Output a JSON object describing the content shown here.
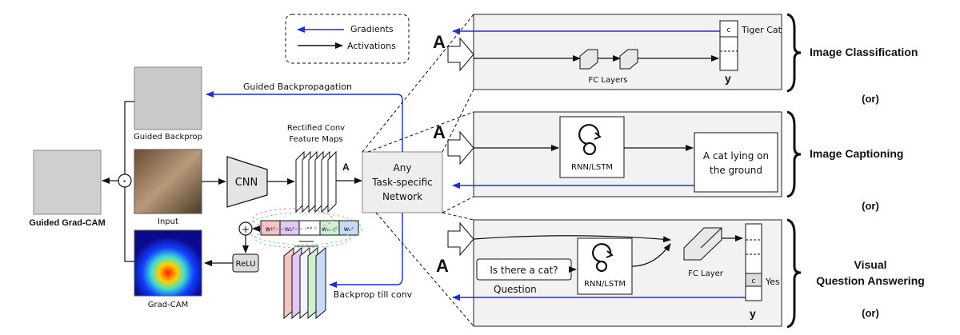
{
  "legend": {
    "gradients": "Gradients",
    "activations": "Activations"
  },
  "images": {
    "guided_backprop": "Guided Backprop",
    "input": "Input",
    "guided_gradcam": "Guided Grad-CAM",
    "gradcam": "Grad-CAM"
  },
  "labels": {
    "guided_backpropagation": "Guided Backpropagation",
    "rectified_conv_line1": "Rectified Conv",
    "rectified_conv_line2": "Feature Maps",
    "cnn": "CNN",
    "feature_a": "A",
    "relu": "ReLU",
    "backprop_till_conv": "Backprop till conv",
    "network_line1": "Any",
    "network_line2": "Task-specific",
    "network_line3": "Network",
    "plus": "+",
    "dot": "·"
  },
  "weights": [
    "w₁ᶜ",
    "w₂ᶜ",
    "",
    "wₙ₋₁ᶜ",
    "wₙᶜ"
  ],
  "tasks": {
    "classification": {
      "a": "A",
      "fc_layers": "FC Layers",
      "c": "c",
      "class_label": "Tiger Cat",
      "y": "y",
      "task": "Image Classification",
      "or": "(or)"
    },
    "captioning": {
      "a": "A",
      "rnn": "RNN/LSTM",
      "caption_line1": "A cat lying on",
      "caption_line2": "the ground",
      "task": "Image Captioning",
      "or": "(or)"
    },
    "vqa": {
      "a": "A",
      "question_text": "Is there a cat?",
      "question_label": "Question",
      "rnn": "RNN/LSTM",
      "fc_layer": "FC Layer",
      "c": "c",
      "answer": "Yes",
      "y": "y",
      "task_line1": "Visual",
      "task_line2": "Question Answering",
      "or": "(or)"
    }
  },
  "colors": {
    "gradient_arrow": "#1a2ee0",
    "activation_arrow": "#111111",
    "panel_bg": "#f2f2f2"
  }
}
